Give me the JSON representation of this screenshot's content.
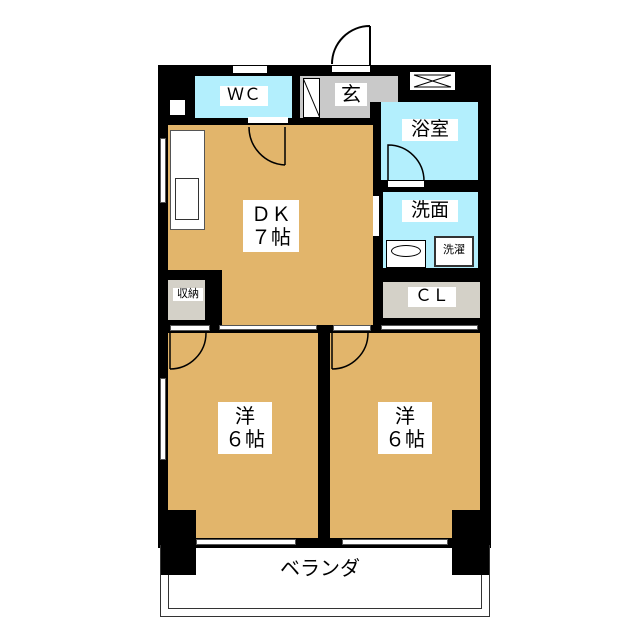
{
  "rooms": {
    "wc": "ＷＣ",
    "entrance": "玄",
    "bath": "浴室",
    "washroom": "洗面",
    "laundry": "洗濯",
    "dk_type": "ＤＫ",
    "dk_size": "７帖",
    "storage": "収納",
    "closet": "ＣＬ",
    "room1_type": "洋",
    "room1_size": "６帖",
    "room2_type": "洋",
    "room2_size": "６帖",
    "balcony": "ベランダ"
  },
  "colors": {
    "floor": "#e2b56b",
    "wet": "#b3effd",
    "entrance": "#c9c9c9",
    "closet": "#d4d1c8"
  }
}
